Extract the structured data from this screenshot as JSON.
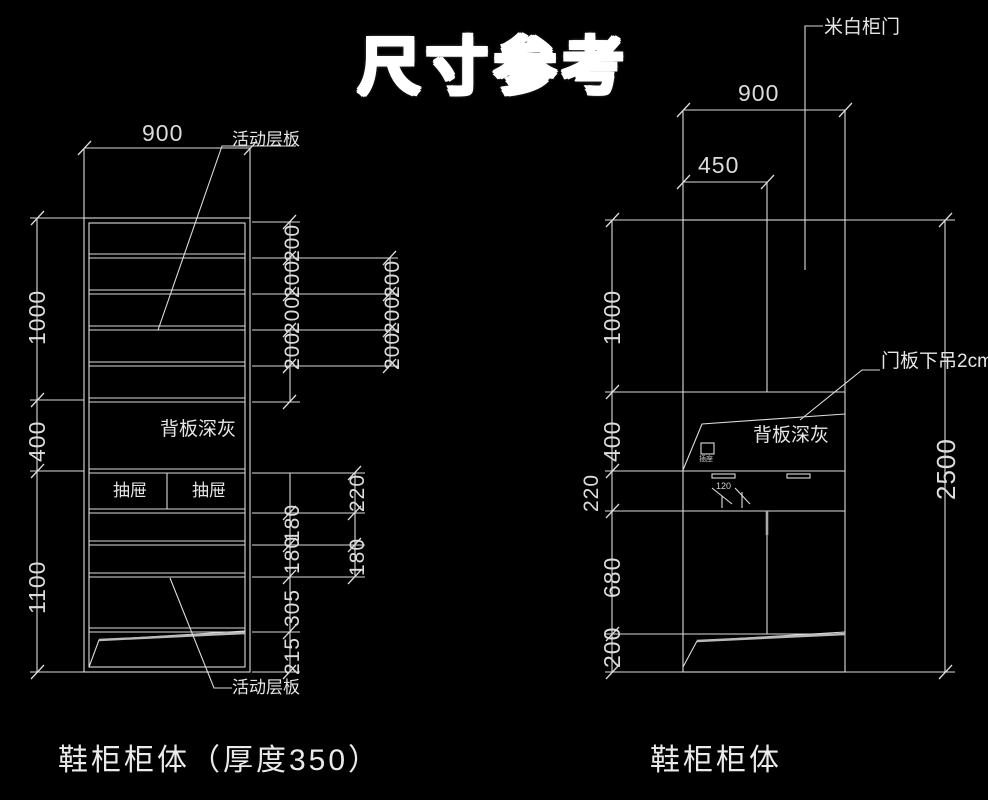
{
  "title": "尺寸参考",
  "drawing_type": "cad-elevation-drawing",
  "background_color": "#000000",
  "line_color": "#e0e0e0",
  "captions": {
    "left": "鞋柜柜体（厚度350）",
    "right": "鞋柜柜体"
  },
  "left_view": {
    "name": "shoe-cabinet-body-section",
    "top_dimension": "900",
    "leader_top": "活动层板",
    "leader_bottom": "活动层板",
    "inner_labels": {
      "back_panel": "背板深灰",
      "drawer_left": "抽屉",
      "drawer_right": "抽屉"
    },
    "left_chain": [
      "1000",
      "400",
      "1100"
    ],
    "right_chain_upper": [
      "200",
      "200",
      "200",
      "200"
    ],
    "right_chain_outer": [
      "200",
      "200",
      "200"
    ],
    "right_chain_lower_inner": [
      "180",
      "180",
      "305",
      "215"
    ],
    "right_chain_lower_outer": [
      "220",
      "180"
    ]
  },
  "right_view": {
    "name": "shoe-cabinet-elevation",
    "top_dimension_outer": "900",
    "top_dimension_inner": "450",
    "leader_door": "米白柜门",
    "leader_door_drop": "门板下吊2cm",
    "inner_labels": {
      "back_panel": "背板深灰",
      "socket": "插座",
      "handle_dim": "120"
    },
    "left_chain": [
      "1000",
      "400",
      "220",
      "680",
      "200"
    ],
    "overall_right": "2500"
  }
}
